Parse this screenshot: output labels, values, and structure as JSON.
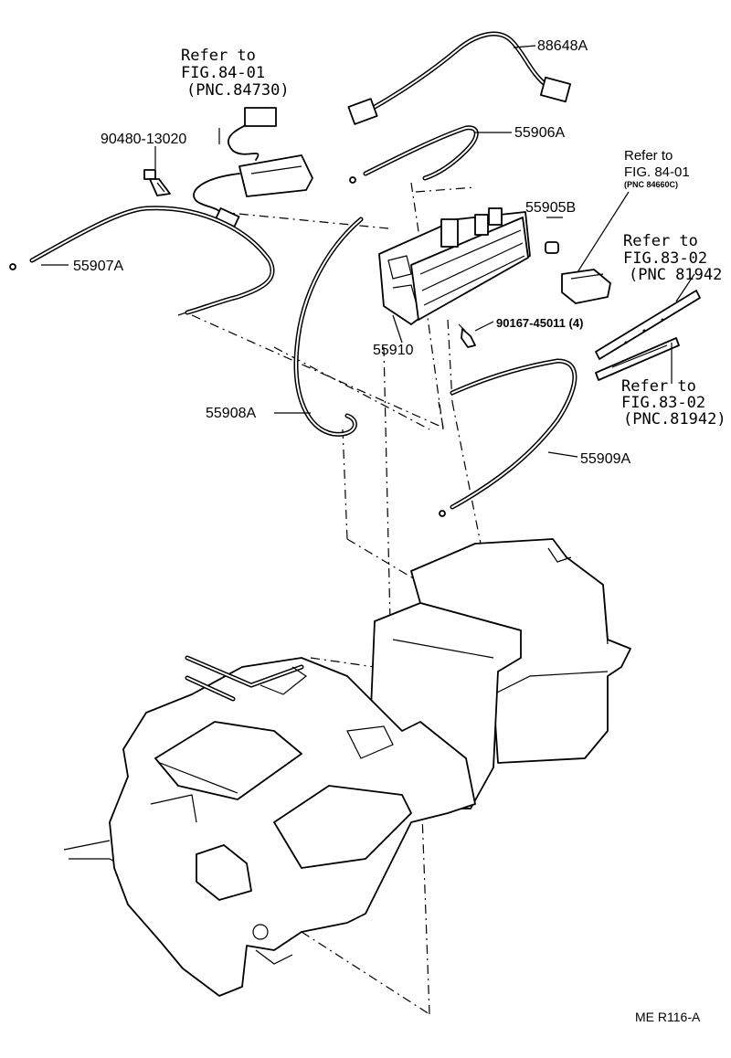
{
  "labels": {
    "p88648A": "88648A",
    "p55906A": "55906A",
    "p90480": "90480-13020",
    "p55907A": "55907A",
    "p55905B": "55905B",
    "p90167": "90167-45011 (4)",
    "p55910": "55910",
    "p55908A": "55908A",
    "p55909A": "55909A"
  },
  "refs": {
    "ref1": {
      "line1": "Refer to",
      "line2": "FIG.84-01",
      "line3": "(PNC.84730)"
    },
    "ref2": {
      "line1": "Refer to",
      "line2": "FIG. 84-01",
      "line3": "(PNC 84660C)"
    },
    "ref3": {
      "line1": "Refer to",
      "line2": "FIG.83-02",
      "line3": "(PNC 81942"
    },
    "ref4": {
      "line1": "Refer to",
      "line2": "FIG.83-02",
      "line3": "(PNC.81942)"
    }
  },
  "figure_code": "ME R116-A"
}
